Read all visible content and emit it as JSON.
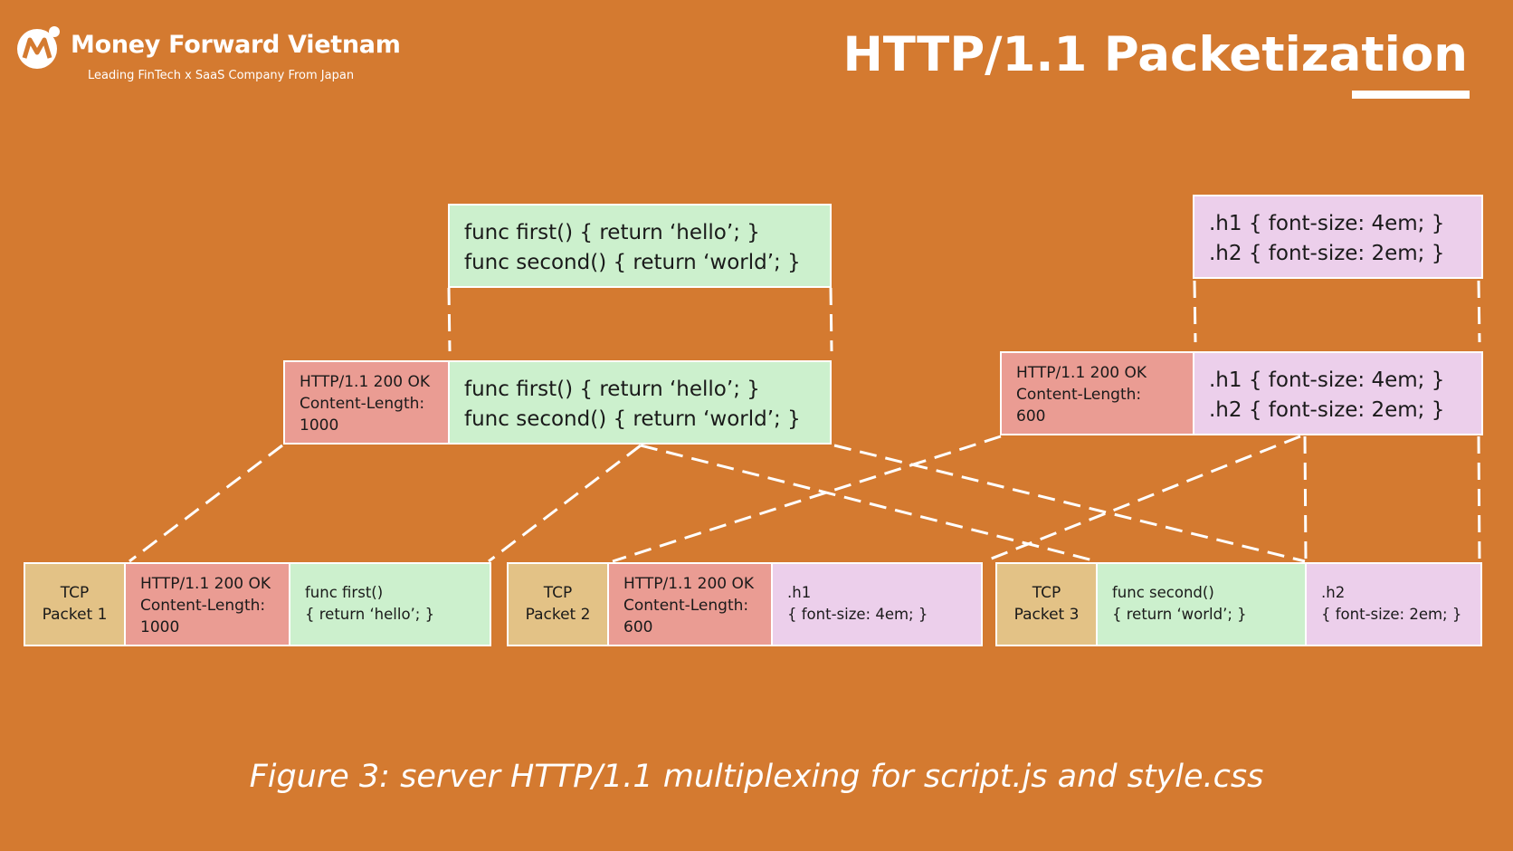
{
  "header": {
    "brand": "Money Forward Vietnam",
    "tagline": "Leading FinTech x SaaS Company From Japan",
    "title": "HTTP/1.1 Packetization"
  },
  "script_source": {
    "line1": "func first() { return ‘hello’; }",
    "line2": "func second() { return ‘world’; }"
  },
  "style_source": {
    "line1": ".h1 { font-size: 4em; }",
    "line2": ".h2 { font-size: 2em; }"
  },
  "script_response": {
    "header_line1": "HTTP/1.1 200 OK",
    "header_line2": "Content-Length:",
    "header_line3": "1000",
    "body_line1": "func first() { return ‘hello’; }",
    "body_line2": "func second() { return ‘world’; }"
  },
  "style_response": {
    "header_line1": "HTTP/1.1 200 OK",
    "header_line2": "Content-Length:",
    "header_line3": "600",
    "body_line1": ".h1 { font-size: 4em; }",
    "body_line2": ".h2 { font-size: 2em; }"
  },
  "packets": [
    {
      "tcp_line1": "TCP",
      "tcp_line2": "Packet 1",
      "hdr_line1": "HTTP/1.1 200 OK",
      "hdr_line2": "Content-Length:",
      "hdr_line3": "1000",
      "body_line1": "func first()",
      "body_line2": "{ return ‘hello’; }"
    },
    {
      "tcp_line1": "TCP",
      "tcp_line2": "Packet 2",
      "hdr_line1": "HTTP/1.1 200 OK",
      "hdr_line2": "Content-Length:",
      "hdr_line3": "600",
      "body_line1": ".h1",
      "body_line2": "{ font-size: 4em; }"
    },
    {
      "tcp_line1": "TCP",
      "tcp_line2": "Packet 3",
      "body_a_line1": "func second()",
      "body_a_line2": "{ return ‘world’; }",
      "body_b_line1": ".h2",
      "body_b_line2": "{ font-size: 2em; }"
    }
  ],
  "caption": "Figure 3: server HTTP/1.1 multiplexing for script.js and style.css",
  "colors": {
    "background": "#D47A30",
    "script_body": "#CCF0CD",
    "http_header": "#EA9C93",
    "style_body": "#ECCFEB",
    "tcp_label": "#E3C286"
  }
}
